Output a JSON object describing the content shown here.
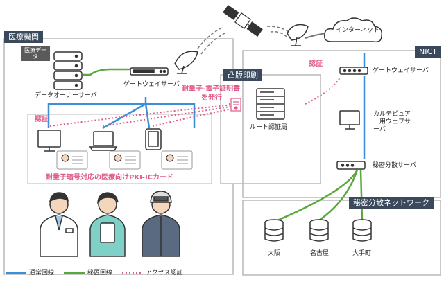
{
  "sections": {
    "medical": "医療機関",
    "toppan": "凸版印刷",
    "nict": "NICT",
    "network": "秘密分散ネットワーク"
  },
  "nodes": {
    "medical_data": "医療データ",
    "data_owner_server": "データオーナーサーバ",
    "gateway_medical": "ゲートウェイサーバ",
    "root_ca": "ルート認証局",
    "internet": "インターネット",
    "gateway_nict": "ゲートウェイサーバ",
    "karte_viewer": "カルテビュアー用ウェブサーバ",
    "secret_server": "秘密分散サーバ",
    "osaka": "大阪",
    "nagoya": "名古屋",
    "otemachi": "大手町"
  },
  "annotations": {
    "auth_left": "認証",
    "auth_right": "認証",
    "issue_cert_line1": "耐量子-電子証明書",
    "issue_cert_line2": "を発行",
    "card_caption": "耐量子暗号対応の医療向けPKI-ICカード"
  },
  "legend": {
    "normal": "通常回線",
    "secret": "秘匿回線",
    "access": "アクセス認証"
  },
  "colors": {
    "normal": "#3b8ed8",
    "secret": "#5aa83c",
    "access": "#e05a8a",
    "header": "#3a4a5c"
  }
}
